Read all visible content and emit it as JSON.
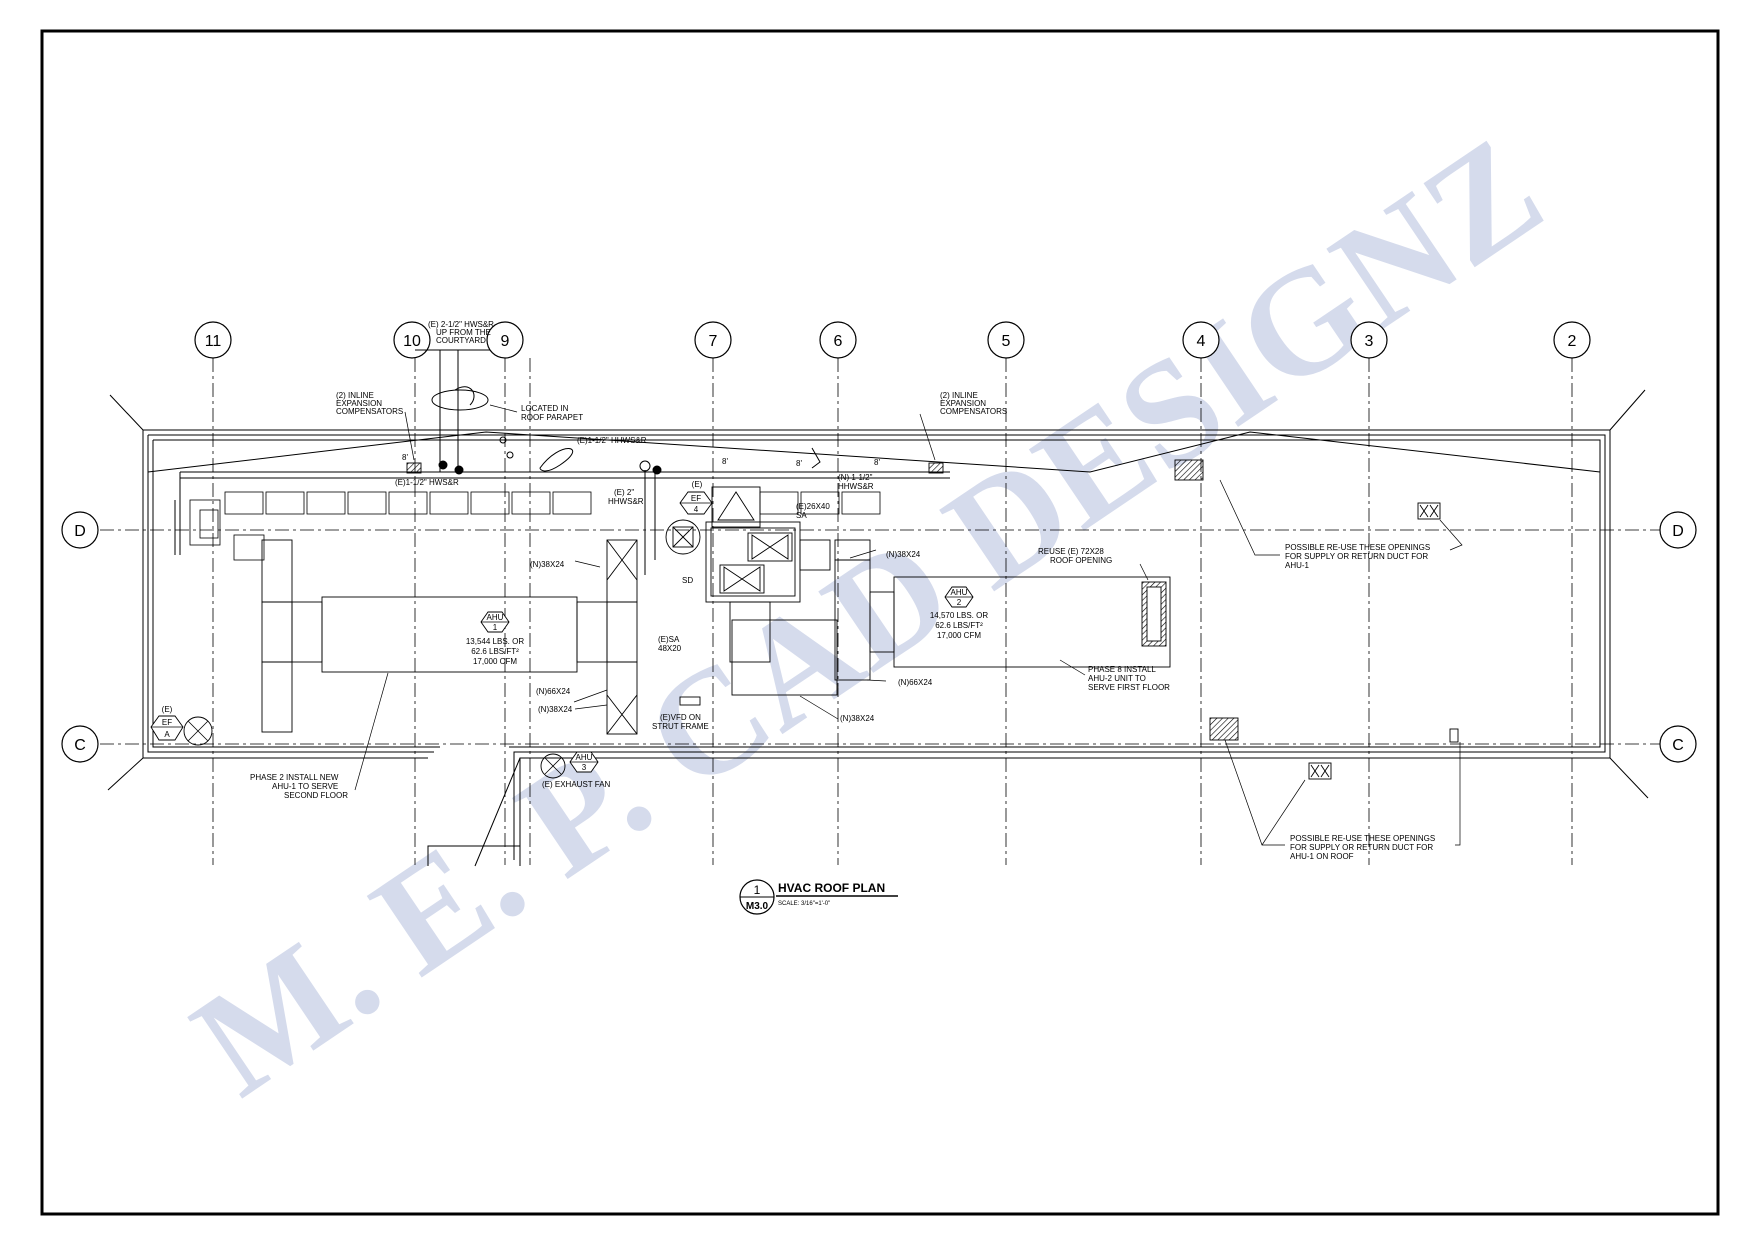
{
  "watermark": "M. E. P. CAD DESIGNZ",
  "grid": {
    "columns": [
      "11",
      "10",
      "9",
      "7",
      "6",
      "5",
      "4",
      "3",
      "2"
    ],
    "rows": [
      "D",
      "C"
    ]
  },
  "labels": {
    "inline_comp_left": [
      "(2) INLINE",
      "EXPANSION",
      "COMPENSATORS"
    ],
    "inline_comp_right": [
      "(2) INLINE",
      "EXPANSION",
      "COMPENSATORS"
    ],
    "courtyard_hws": [
      "(E) 2-1/2\" HWS&R",
      "UP FROM THE",
      "COURTYARD"
    ],
    "roof_parapet": [
      "LOCATED IN",
      "ROOF PARAPET"
    ],
    "hhwsr_main": "(E)1-1/2\" HHWS&R",
    "hwsr_left": "(E)1-1/2\" HWS&R",
    "dim_8_a": "8'",
    "dim_8_b": "8'",
    "dim_8_c": "8'",
    "dim_8_d": "8'",
    "n_hhwsr": [
      "(N) 1-1/2\"",
      "HHWS&R"
    ],
    "e_hhwsr": [
      "(E) 2\"",
      "HHWS&R"
    ],
    "e26x40": [
      "(E)26X40",
      "SA"
    ],
    "sd": "SD",
    "esa_48": [
      "(E)SA",
      "48X20"
    ],
    "n38x24_a": "(N)38X24",
    "n38x24_b": "(N)38X24",
    "n38x24_c": "(N)38X24",
    "n38x24_d": "(N)38X24",
    "n66x24_a": "(N)66X24",
    "n66x24_b": "(N)66X24",
    "evfd": [
      "(E)VFD ON",
      "STRUT FRAME"
    ],
    "reuse_opening": [
      "REUSE (E) 72X28",
      "ROOF OPENING"
    ],
    "phase8": [
      "PHASE 8 INSTALL",
      "AHU-2 UNIT TO",
      "SERVE FIRST FLOOR"
    ],
    "phase2": [
      "PHASE 2 INSTALL NEW",
      "AHU-1 TO SERVE",
      "SECOND FLOOR"
    ],
    "reuse_ahu1": [
      "POSSIBLE RE-USE THESE OPENINGS",
      "FOR SUPPLY OR RETURN DUCT FOR",
      "AHU-1"
    ],
    "reuse_ahu1_roof": [
      "POSSIBLE RE-USE THESE OPENINGS",
      "FOR SUPPLY OR RETURN DUCT FOR",
      "AHU-1 ON ROOF"
    ],
    "exhaust_fan": "(E) EXHAUST FAN"
  },
  "ahu1": {
    "tag": "AHU",
    "num": "1",
    "lines": [
      "13,544 LBS. OR",
      "62.6 LBS/FT²",
      "17,000 CFM"
    ]
  },
  "ahu2": {
    "tag": "AHU",
    "num": "2",
    "lines": [
      "14,570 LBS. OR",
      "62.6 LBS/FT²",
      "17,000 CFM"
    ]
  },
  "ahu3": {
    "tag": "AHU",
    "num": "3"
  },
  "ef4": {
    "pre": "(E)",
    "tag": "EF",
    "num": "4"
  },
  "efa": {
    "pre": "(E)",
    "tag": "EF",
    "num": "A"
  },
  "title_block": {
    "detail": "1",
    "sheet": "M3.0",
    "title": "HVAC ROOF PLAN",
    "scale": "SCALE: 3/16\"=1'-0\""
  }
}
